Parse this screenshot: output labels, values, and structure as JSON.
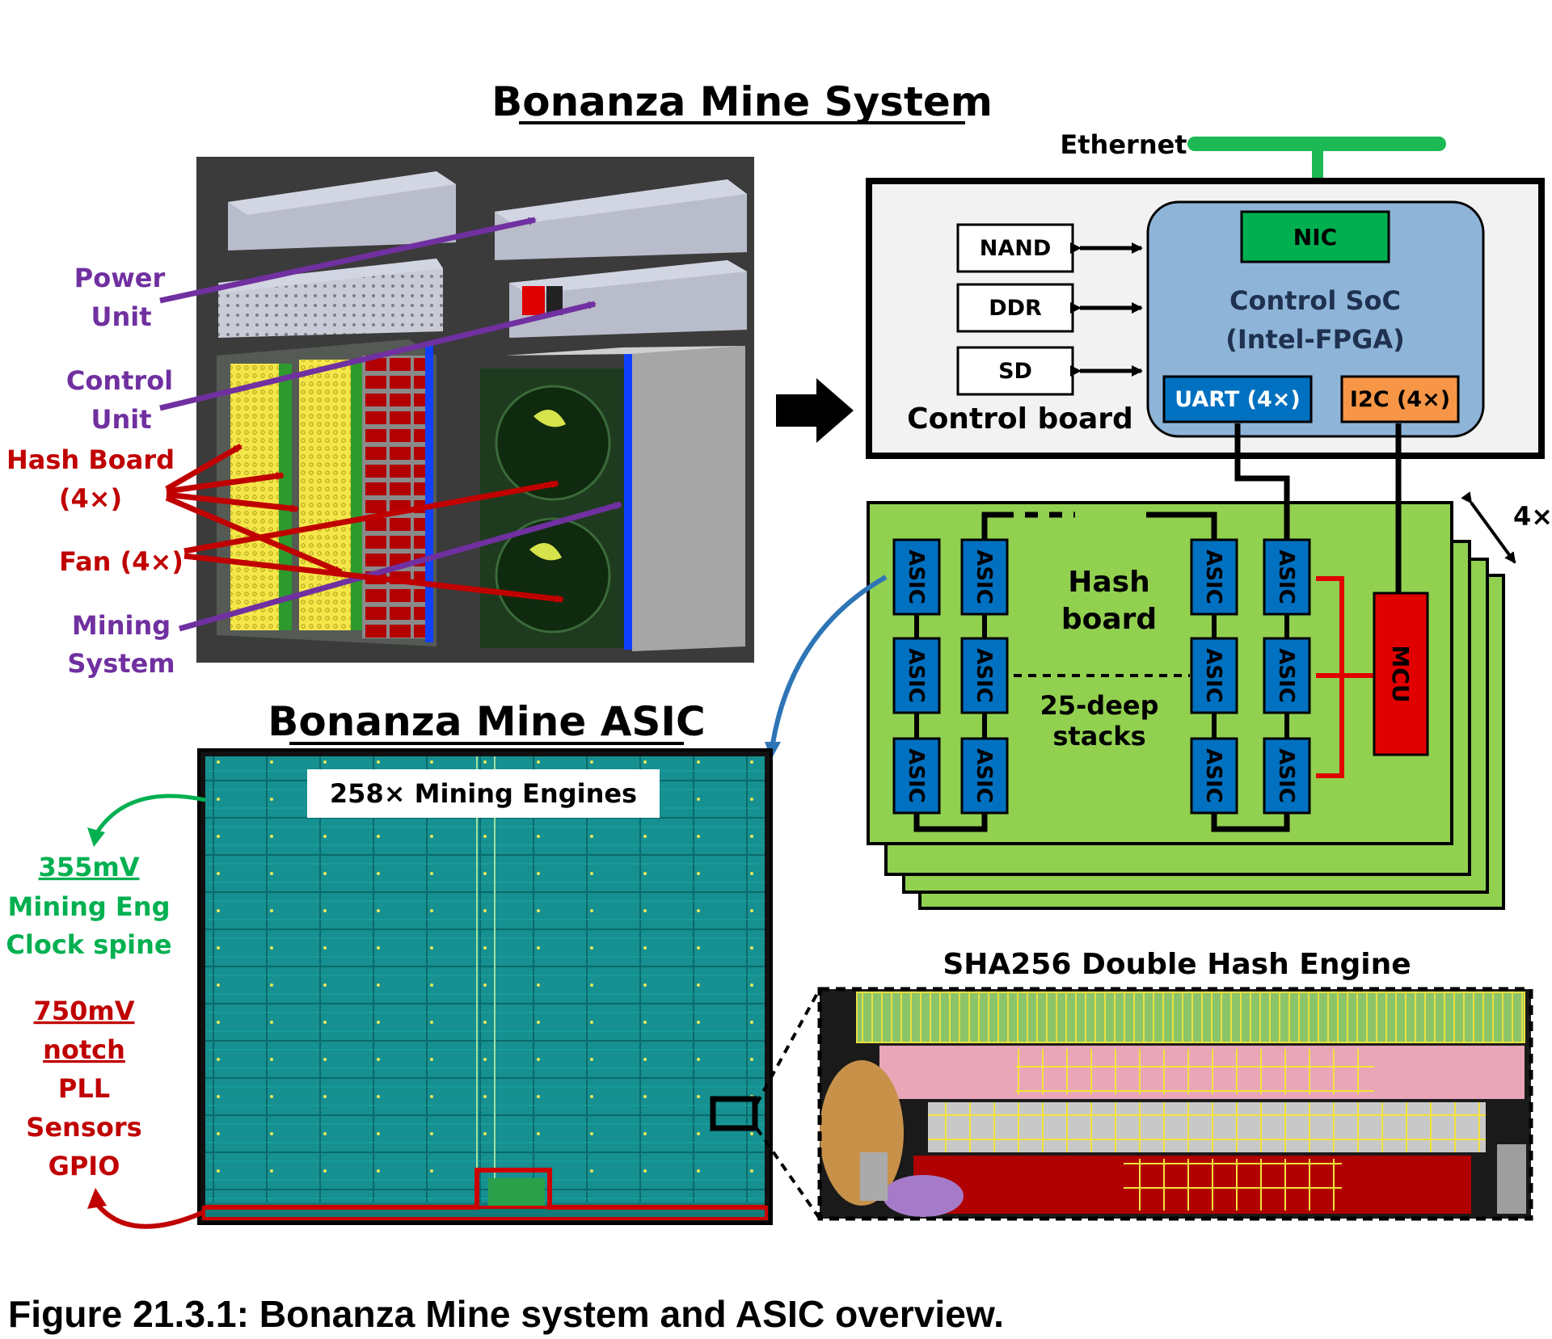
{
  "titles": {
    "system": "Bonanza Mine System",
    "asic": "Bonanza Mine ASIC",
    "hash_engine": "SHA256 Double Hash Engine"
  },
  "system_labels": {
    "power_unit": [
      "Power",
      "Unit"
    ],
    "control_unit": [
      "Control",
      "Unit"
    ],
    "hash_board": [
      "Hash Board",
      "(4×)"
    ],
    "fan": "Fan (4×)",
    "mining_system": [
      "Mining",
      "System"
    ]
  },
  "control_board": {
    "ethernet": "Ethernet",
    "nic": "NIC",
    "soc": [
      "Control SoC",
      "(Intel-FPGA)"
    ],
    "memories": [
      "NAND",
      "DDR",
      "SD"
    ],
    "uart": "UART (4×)",
    "i2c": "I2C (4×)",
    "label": "Control board"
  },
  "hash_board": {
    "title": [
      "Hash",
      "board"
    ],
    "stack_label": [
      "25-deep",
      "stacks"
    ],
    "asic_label": "ASIC",
    "mcu": "MCU",
    "multiplier": "4×"
  },
  "asic_die": {
    "engines": "258× Mining Engines",
    "green_labels": [
      "355mV",
      "Mining Eng",
      "Clock spine"
    ],
    "red_labels": [
      "750mV",
      "notch",
      "PLL",
      "Sensors",
      "GPIO"
    ]
  },
  "caption": "Figure 21.3.1: Bonanza Mine system and ASIC overview.",
  "colors": {
    "purple": "#7030a0",
    "red": "#c00000",
    "green": "#00b050",
    "ethernet_green": "#1db954",
    "board_green": "#92d050",
    "soc_blue": "#8eb4d8",
    "asic_blue": "#0070c0",
    "i2c_orange": "#f79646",
    "die_teal": "#169090",
    "arrow_blue": "#2e75b6"
  }
}
